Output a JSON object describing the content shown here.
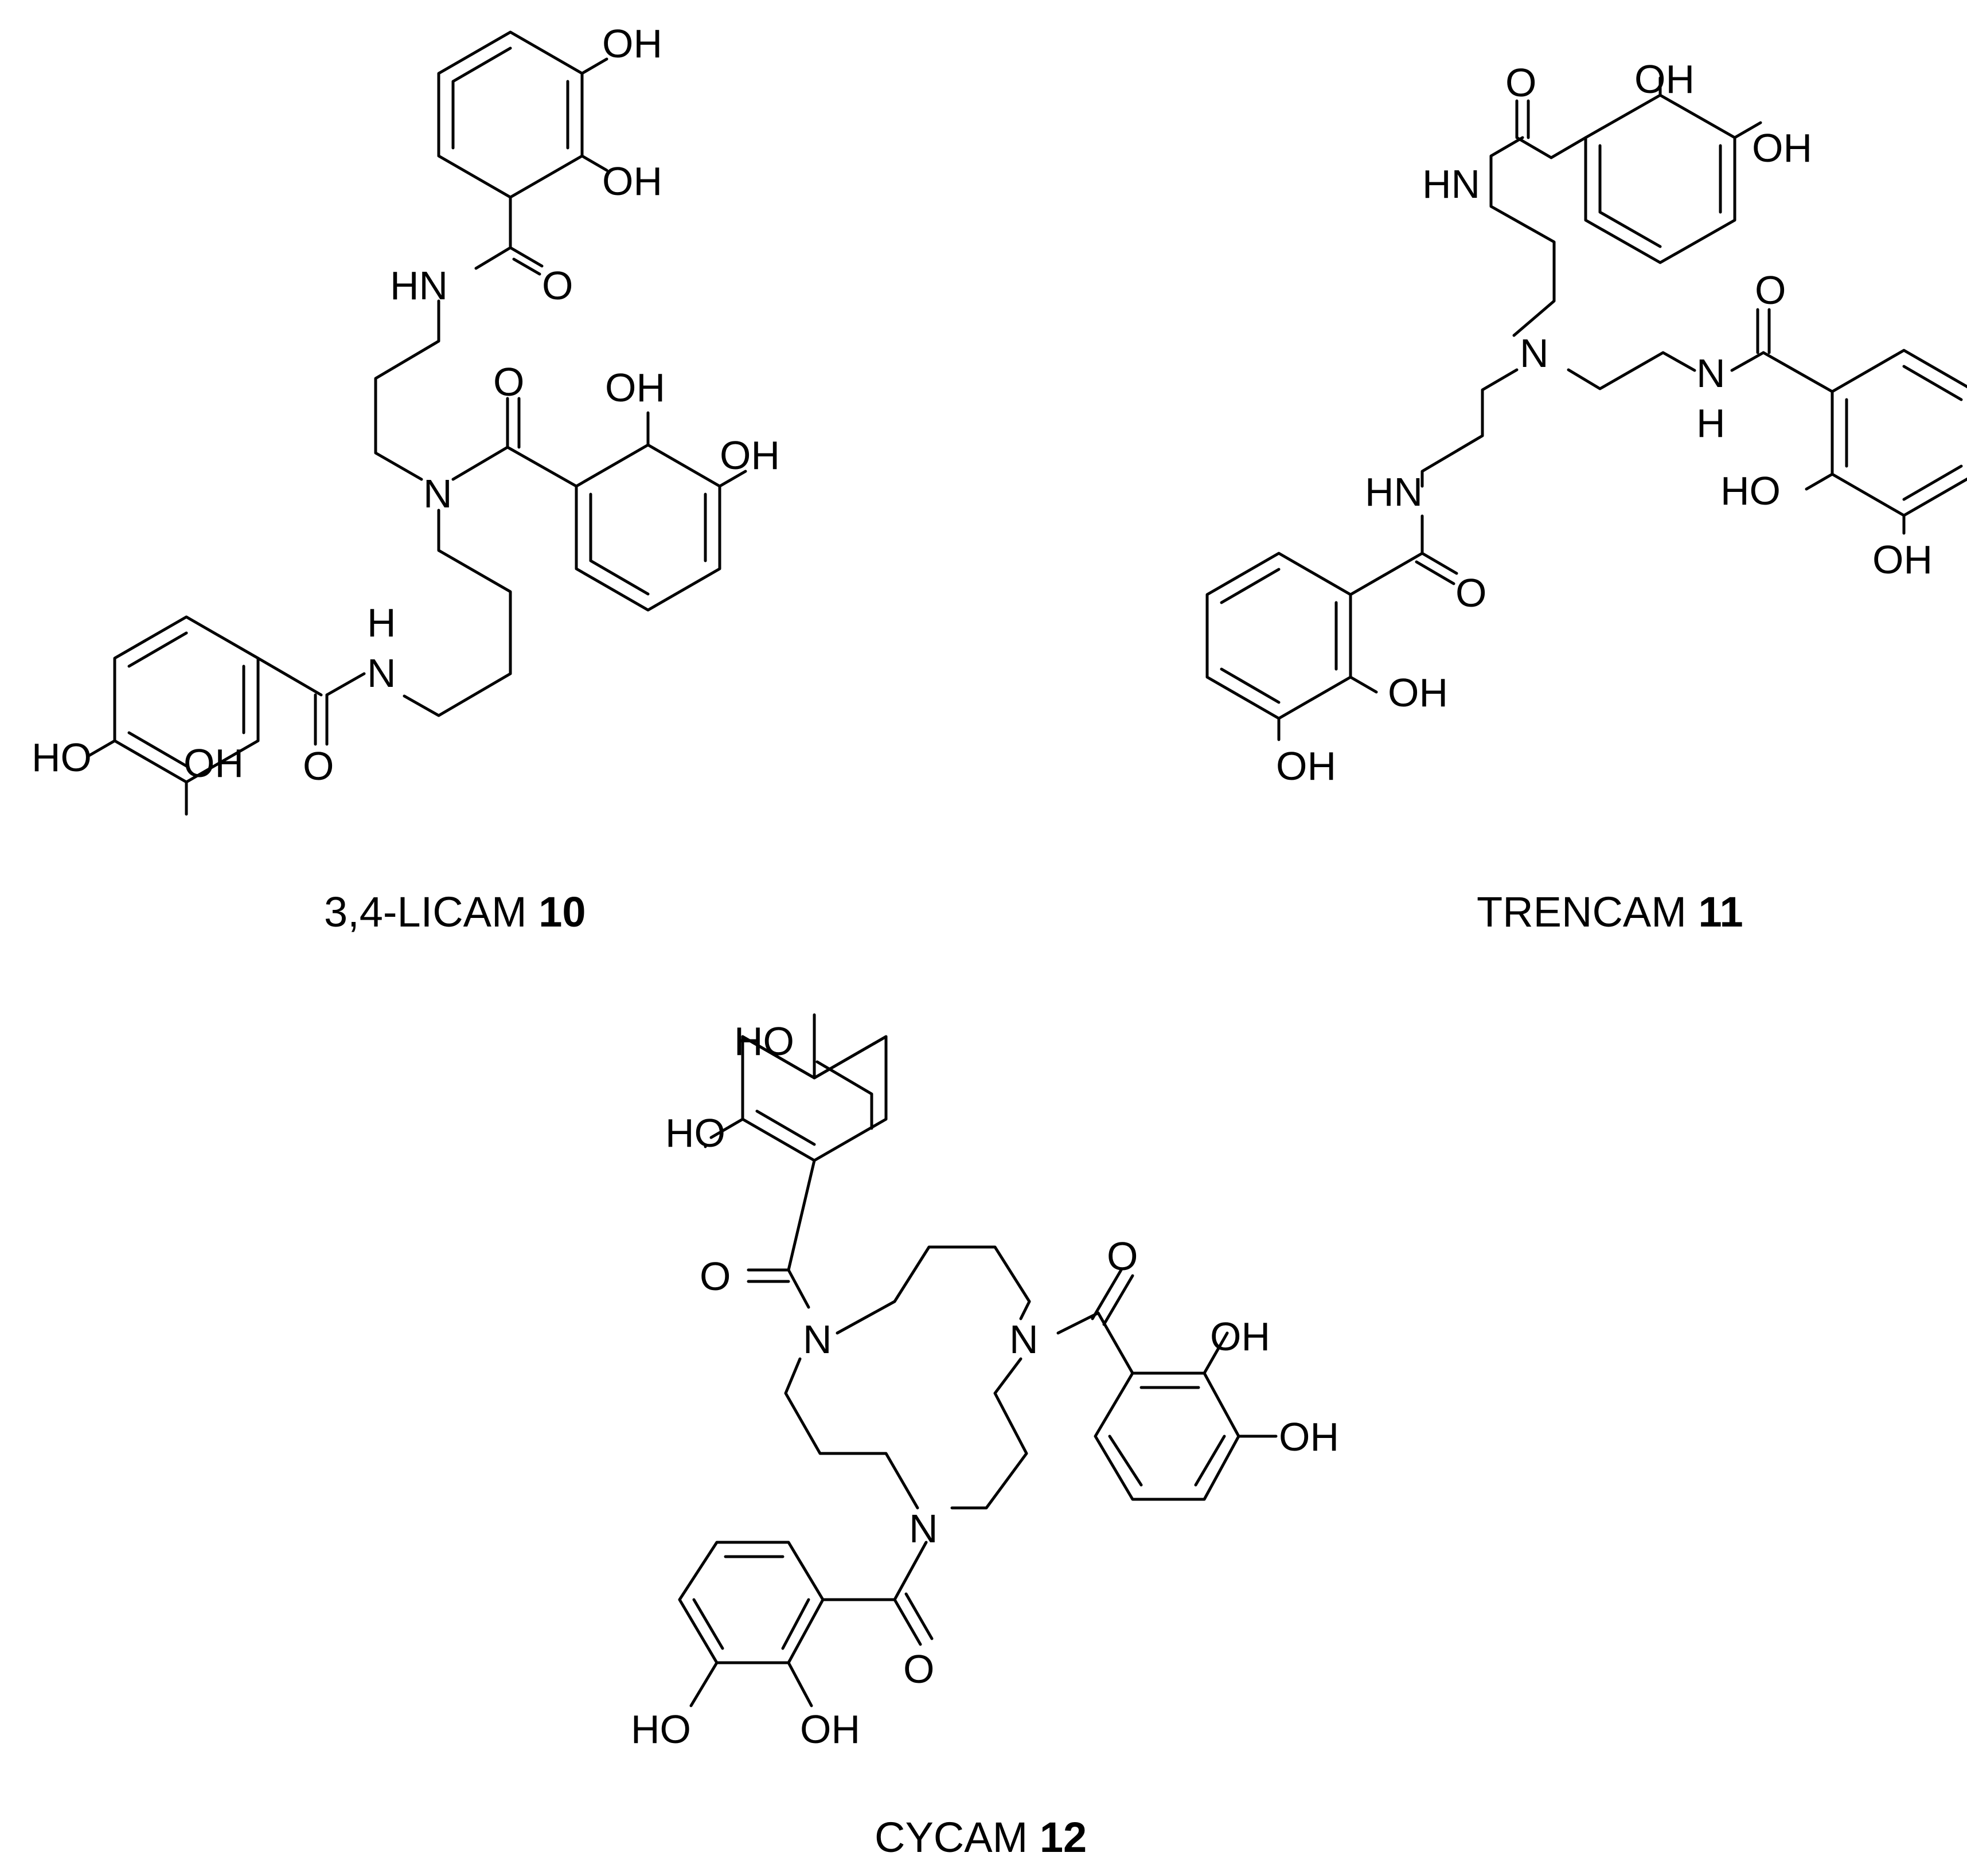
{
  "compounds": [
    {
      "name": "3,4-LICAM",
      "number": "10",
      "atom_labels": {
        "oh1": "OH",
        "oh2": "OH",
        "nh_top": "HN",
        "o_top": "O",
        "o_mid": "O",
        "oh3": "OH",
        "oh4": "OH",
        "n_central": "N",
        "h_amide": "H",
        "n_amide": "N",
        "o_bottom": "O",
        "ho_left": "HO",
        "oh_bottom": "OH"
      }
    },
    {
      "name": "TRENCAM",
      "number": "11",
      "atom_labels": {
        "o1": "O",
        "oh1": "OH",
        "oh2": "OH",
        "hn_top": "HN",
        "n_central": "N",
        "o2": "O",
        "n_right": "N",
        "h_right": "H",
        "ho_right": "HO",
        "oh_right": "OH",
        "hn_left": "HN",
        "o3": "O",
        "oh_left": "OH",
        "oh_bottom": "OH"
      }
    },
    {
      "name": "CYCAM",
      "number": "12",
      "atom_labels": {
        "ho_top1": "HO",
        "ho_top2": "HO",
        "o_left": "O",
        "n_left": "N",
        "n_right": "N",
        "o_right": "O",
        "oh_right1": "OH",
        "oh_right2": "OH",
        "n_bottom": "N",
        "o_bottom": "O",
        "ho_bottom": "HO",
        "oh_bottom": "OH"
      }
    }
  ]
}
